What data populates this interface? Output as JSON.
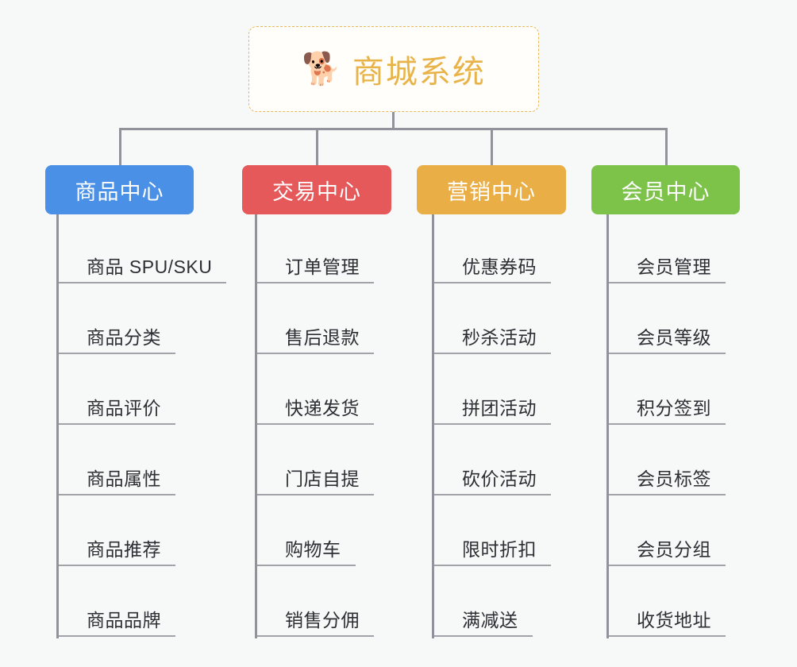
{
  "root": {
    "icon": "shiba-dog-emoji",
    "emoji": "🐕",
    "title": "商城系统",
    "title_color": "#e8b44a",
    "border_color": "#eab957"
  },
  "connector_color": "#909399",
  "categories": [
    {
      "label": "商品中心",
      "color": "#4a90e6",
      "items": [
        "商品 SPU/SKU",
        "商品分类",
        "商品评价",
        "商品属性",
        "商品推荐",
        "商品品牌"
      ]
    },
    {
      "label": "交易中心",
      "color": "#e5595b",
      "items": [
        "订单管理",
        "售后退款",
        "快递发货",
        "门店自提",
        "购物车",
        "销售分佣"
      ]
    },
    {
      "label": "营销中心",
      "color": "#e9ae45",
      "items": [
        "优惠券码",
        "秒杀活动",
        "拼团活动",
        "砍价活动",
        "限时折扣",
        "满减送"
      ]
    },
    {
      "label": "会员中心",
      "color": "#7dc34a",
      "items": [
        "会员管理",
        "会员等级",
        "积分签到",
        "会员标签",
        "会员分组",
        "收货地址"
      ]
    }
  ]
}
